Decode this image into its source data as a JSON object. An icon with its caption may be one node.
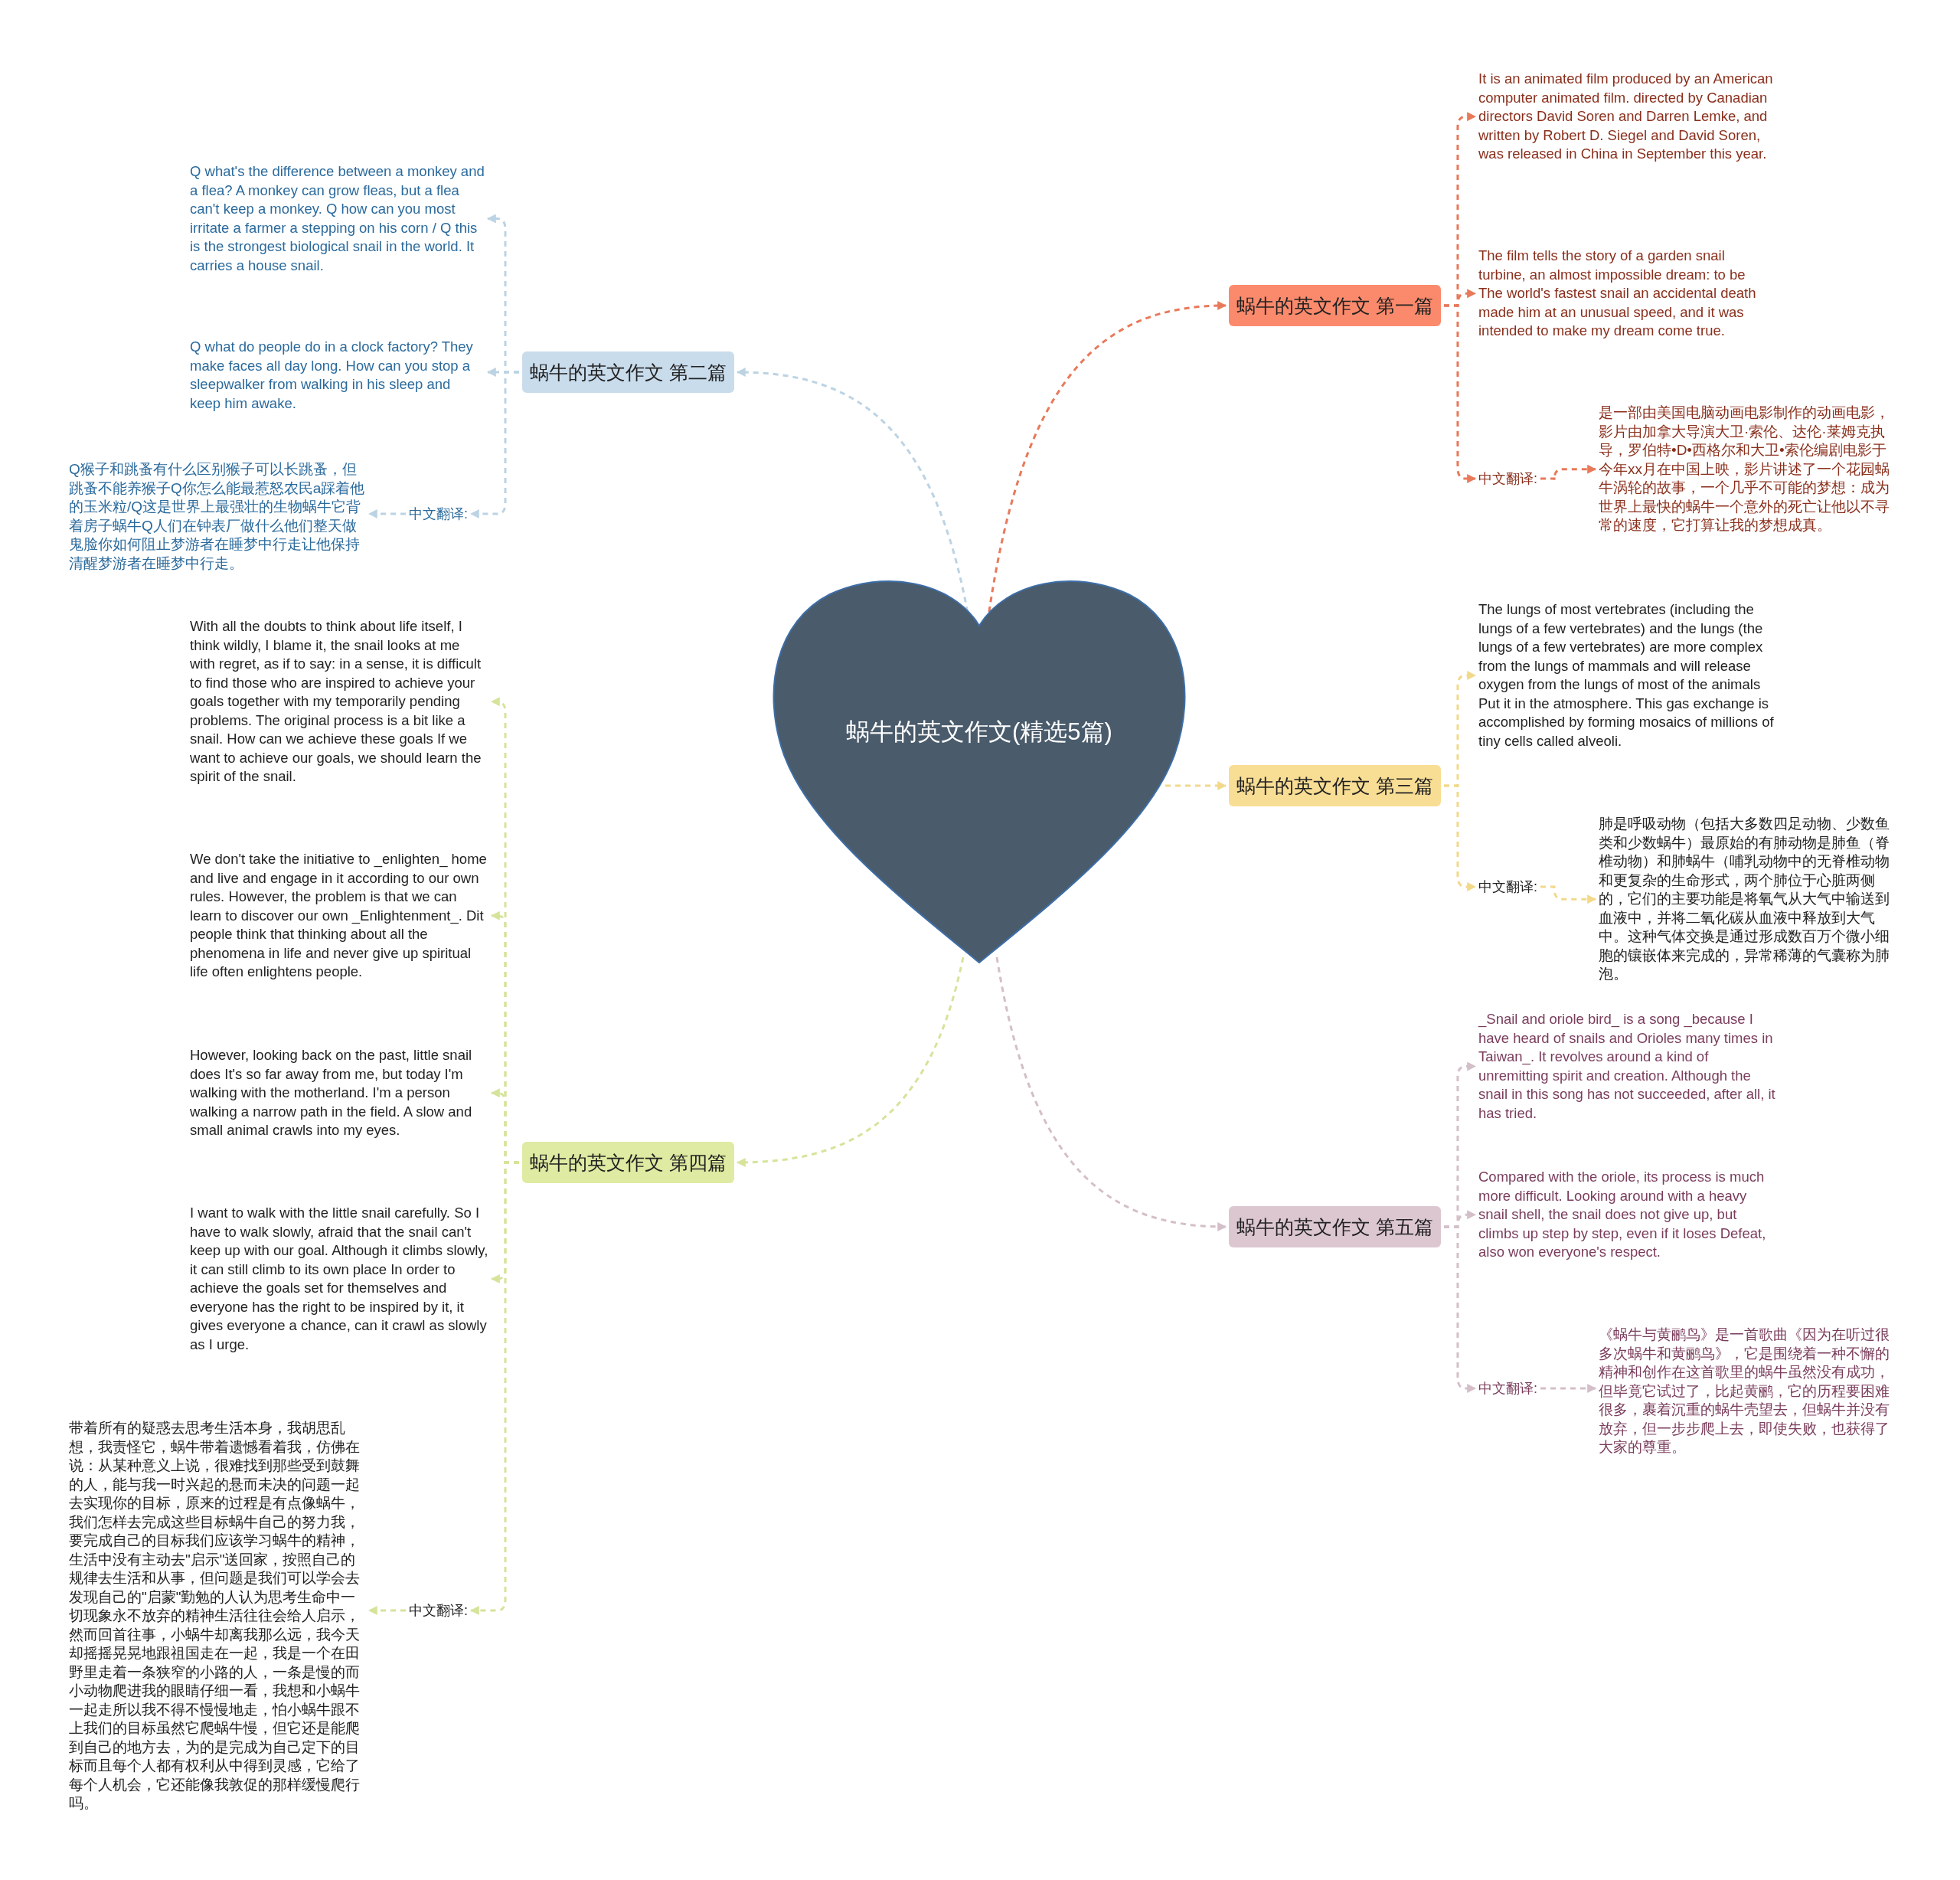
{
  "diagram": {
    "nodes": [
      {
        "text": [
          "蜗牛的英文作文(精选5篇)"
        ]
      },
      {
        "text": [
          "蜗牛的英文作文 第一篇"
        ]
      },
      {
        "text": [
          "It is an animated film produced by an American computer animated film. directed by Canadian directors David Soren and Darren Lemke, and written by Robert D. Siegel and David Soren, was released in China in September this year."
        ]
      },
      {
        "text": [
          "The film tells the story of a garden snail turbine, an almost impossible dream: to be The world's fastest snail an accidental death made him at an unusual speed, and it was intended to make my dream come true."
        ]
      },
      {
        "text": [
          "中文翻译:"
        ]
      },
      {
        "text": [
          "是一部由美国电脑动画电影制作的动画电影，影片由加拿大导演大卫·索伦、达伦·莱姆克执导，罗伯特•D•西格尔和大卫•索伦编剧电影于今年xx月在中国上映，影片讲述了一个花园蜗牛涡轮的故事，一个几乎不可能的梦想：成为世界上最快的蜗牛一个意外的死亡让他以不寻常的速度，它打算让我的梦想成真。"
        ]
      },
      {
        "text": [
          "蜗牛的英文作文 第二篇"
        ]
      },
      {
        "text": [
          "Q what's the difference between a monkey and a flea? A monkey can grow fleas, but a flea can't keep a monkey. Q how can you most irritate a farmer a stepping on his corn / Q this is the strongest biological snail in the world. It carries a house snail."
        ]
      },
      {
        "text": [
          "Q what do people do in a clock factory? They make faces all day long. How can you stop a sleepwalker from walking in his sleep and keep him awake."
        ]
      },
      {
        "text": [
          "中文翻译:"
        ]
      },
      {
        "text": [
          "Q猴子和跳蚤有什么区别猴子可以长跳蚤，但跳蚤不能养猴子Q你怎么能最惹怒农民a踩着他的玉米粒/Q这是世界上最强壮的生物蜗牛它背着房子蜗牛Q人们在钟表厂做什么他们整天做鬼脸你如何阻止梦游者在睡梦中行走让他保持清醒梦游者在睡梦中行走。"
        ]
      },
      {
        "text": [
          "蜗牛的英文作文 第三篇"
        ]
      },
      {
        "text": [
          "The lungs of most vertebrates (including the lungs of a few vertebrates) and the lungs (the lungs of a few vertebrates) are more complex from the lungs of mammals and will release oxygen from the lungs of most of the animals Put it in the atmosphere. This gas exchange is accomplished by forming mosaics of millions of tiny cells called alveoli."
        ]
      },
      {
        "text": [
          "中文翻译:"
        ]
      },
      {
        "text": [
          "肺是呼吸动物（包括大多数四足动物、少数鱼类和少数蜗牛）最原始的有肺动物是肺鱼（脊椎动物）和肺蜗牛（哺乳动物中的无脊椎动物和更复杂的生命形式，两个肺位于心脏两侧的，它们的主要功能是将氧气从大气中输送到血液中，并将二氧化碳从血液中释放到大气中。这种气体交换是通过形成数百万个微小细胞的镶嵌体来完成的，异常稀薄的气囊称为肺泡。"
        ]
      },
      {
        "text": [
          "蜗牛的英文作文 第四篇"
        ]
      },
      {
        "text": [
          "With all the doubts to think about life itself, I think wildly, I blame it, the snail looks at me with regret, as if to say: in a sense, it is difficult to find those who are inspired to achieve your goals together with my temporarily pending problems. The original process is a bit like a snail. How can we achieve these goals If we want to achieve our goals, we should learn the spirit of the snail."
        ]
      },
      {
        "text": [
          "We don't take the initiative to _enlighten_ home and live and engage in it according to our own rules. However, the problem is that we can learn to discover our own _Enlightenment_. Dit people think that thinking about all the phenomena in life and never give up spiritual life often enlightens people."
        ]
      },
      {
        "text": [
          "However, looking back on the past, little snail does It's so far away from me, but today I'm walking with the motherland. I'm a person walking a narrow path in the field. A slow and small animal crawls into my eyes."
        ]
      },
      {
        "text": [
          "I want to walk with the little snail carefully. So I have to walk slowly, afraid that the snail can't keep up with our goal. Although it climbs slowly, it can still climb to its own place In order to achieve the goals set for themselves and everyone has the right to be inspired by it, it gives everyone a chance, can it crawl as slowly as I urge."
        ]
      },
      {
        "text": [
          "中文翻译:"
        ]
      },
      {
        "text": [
          "带着所有的疑惑去思考生活本身，我胡思乱想，我责怪它，蜗牛带着遗憾看着我，仿佛在说：从某种意义上说，很难找到那些受到鼓舞的人，能与我一时兴起的悬而未决的问题一起去实现你的目标，原来的过程是有点像蜗牛，我们怎样去完成这些目标蜗牛自己的努力我，要完成自己的目标我们应该学习蜗牛的精神，生活中没有主动去\"启示\"送回家，按照自己的规律去生活和从事，但问题是我们可以学会去发现自己的\"启蒙\"勤勉的人认为思考生命中一切现象永不放弃的精神生活往往会给人启示，然而回首往事，小蜗牛却离我那么远，我今天却摇摇晃晃地跟祖国走在一起，我是一个在田野里走着一条狭窄的小路的人，一条是慢的而小动物爬进我的眼睛仔细一看，我想和小蜗牛一起走所以我不得不慢慢地走，怕小蜗牛跟不上我们的目标虽然它爬蜗牛慢，但它还是能爬到自己的地方去，为的是完成为自己定下的目标而且每个人都有权利从中得到灵感，它给了每个人机会，它还能像我敦促的那样缓慢爬行吗。"
        ]
      },
      {
        "text": [
          "蜗牛的英文作文 第五篇"
        ]
      },
      {
        "text": [
          "_Snail and oriole bird_ is a song _because I have heard of snails and Orioles many times in Taiwan_. It revolves around a kind of unremitting spirit and creation. Although the snail in this song has not succeeded, after all, it has tried."
        ]
      },
      {
        "text": [
          "Compared with the oriole, its process is much more difficult. Looking around with a heavy snail shell, the snail does not give up, but climbs up step by step, even if it loses Defeat, also won everyone's respect."
        ]
      },
      {
        "text": [
          "中文翻译:"
        ]
      },
      {
        "text": [
          "《蜗牛与黄鹂鸟》是一首歌曲《因为在听过很多次蜗牛和黄鹂鸟》，它是围绕着一种不懈的精神和创作在这首歌里的蜗牛虽然没有成功，但毕竟它试过了，比起黄鹂，它的历程要困难很多，裹着沉重的蜗牛壳望去，但蜗牛并没有放弃，但一步步爬上去，即使失败，也获得了大家的尊重。"
        ]
      }
    ],
    "edges": [
      {
        "from": 0,
        "to": 1,
        "arrow": "to",
        "style": "dashed",
        "color": "#e8795a"
      },
      {
        "from": 1,
        "to": 2,
        "arrow": "to",
        "style": "dashed",
        "color": "#e8795a"
      },
      {
        "from": 1,
        "to": 3,
        "arrow": "to",
        "style": "dashed",
        "color": "#e8795a"
      },
      {
        "from": 1,
        "to": 4,
        "arrow": "to",
        "style": "dashed",
        "color": "#e8795a"
      },
      {
        "from": 4,
        "to": 5,
        "arrow": "to",
        "style": "dashed",
        "color": "#e8795a"
      },
      {
        "from": 0,
        "to": 6,
        "arrow": "to",
        "style": "dashed",
        "color": "#bcd3e3"
      },
      {
        "from": 6,
        "to": 7,
        "arrow": "to",
        "style": "dashed",
        "color": "#bcd3e3"
      },
      {
        "from": 6,
        "to": 8,
        "arrow": "to",
        "style": "dashed",
        "color": "#bcd3e3"
      },
      {
        "from": 6,
        "to": 9,
        "arrow": "to",
        "style": "dashed",
        "color": "#bcd3e3"
      },
      {
        "from": 9,
        "to": 10,
        "arrow": "to",
        "style": "dashed",
        "color": "#bcd3e3"
      },
      {
        "from": 0,
        "to": 11,
        "arrow": "to",
        "style": "dashed",
        "color": "#f2d98a"
      },
      {
        "from": 11,
        "to": 12,
        "arrow": "to",
        "style": "dashed",
        "color": "#f2d98a"
      },
      {
        "from": 11,
        "to": 13,
        "arrow": "to",
        "style": "dashed",
        "color": "#f2d98a"
      },
      {
        "from": 13,
        "to": 14,
        "arrow": "to",
        "style": "dashed",
        "color": "#f2d98a"
      },
      {
        "from": 0,
        "to": 15,
        "arrow": "to",
        "style": "dashed",
        "color": "#d5e49a"
      },
      {
        "from": 15,
        "to": 16,
        "arrow": "to",
        "style": "dashed",
        "color": "#d5e49a"
      },
      {
        "from": 15,
        "to": 17,
        "arrow": "to",
        "style": "dashed",
        "color": "#d5e49a"
      },
      {
        "from": 15,
        "to": 18,
        "arrow": "to",
        "style": "dashed",
        "color": "#d5e49a"
      },
      {
        "from": 15,
        "to": 19,
        "arrow": "to",
        "style": "dashed",
        "color": "#d5e49a"
      },
      {
        "from": 15,
        "to": 20,
        "arrow": "to",
        "style": "dashed",
        "color": "#d5e49a"
      },
      {
        "from": 20,
        "to": 21,
        "arrow": "to",
        "style": "dashed",
        "color": "#d5e49a"
      },
      {
        "from": 0,
        "to": 22,
        "arrow": "to",
        "style": "dashed",
        "color": "#d4bfc8"
      },
      {
        "from": 22,
        "to": 23,
        "arrow": "to",
        "style": "dashed",
        "color": "#d4bfc8"
      },
      {
        "from": 22,
        "to": 24,
        "arrow": "to",
        "style": "dashed",
        "color": "#d4bfc8"
      },
      {
        "from": 22,
        "to": 25,
        "arrow": "to",
        "style": "dashed",
        "color": "#d4bfc8"
      },
      {
        "from": 25,
        "to": 26,
        "arrow": "to",
        "style": "dashed",
        "color": "#d4bfc8"
      }
    ]
  }
}
